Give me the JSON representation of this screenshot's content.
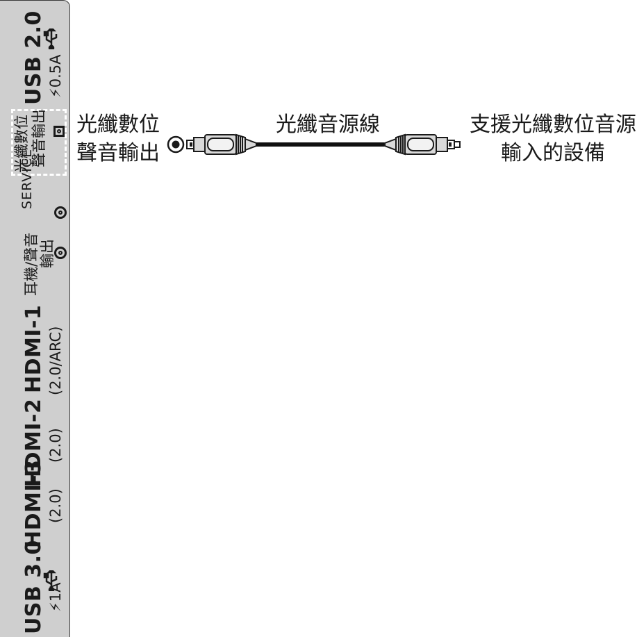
{
  "panel": {
    "usb2": {
      "label": "USB 2.0",
      "sub": "0.5A",
      "icon": "usb-icon"
    },
    "optical": {
      "label_line1": "光纖數位",
      "label_line2": "聲音輸出"
    },
    "service": {
      "label": "SERVICE"
    },
    "headphone": {
      "label_line1": "耳機/聲音",
      "label_line2": "輸出"
    },
    "hdmi1": {
      "label": "HDMI-1",
      "sub": "(2.0/ARC)"
    },
    "hdmi2": {
      "label": "HDMI-2",
      "sub": "(2.0)"
    },
    "hdmi3": {
      "label": "HDMI-3",
      "sub": "(2.0)"
    },
    "usb3": {
      "label": "USB 3.0",
      "sub": "1A",
      "icon": "usb-icon"
    }
  },
  "diagram": {
    "source_label_line1": "光纖數位",
    "source_label_line2": "聲音輸出",
    "cable_label": "光纖音源線",
    "device_label_line1": "支援光纖數位音源",
    "device_label_line2": "輸入的設備"
  },
  "colors": {
    "panel": "#cfcfcf",
    "ink": "#1a1a1a",
    "cable": "#111111",
    "connector": "#d9d9d9"
  }
}
